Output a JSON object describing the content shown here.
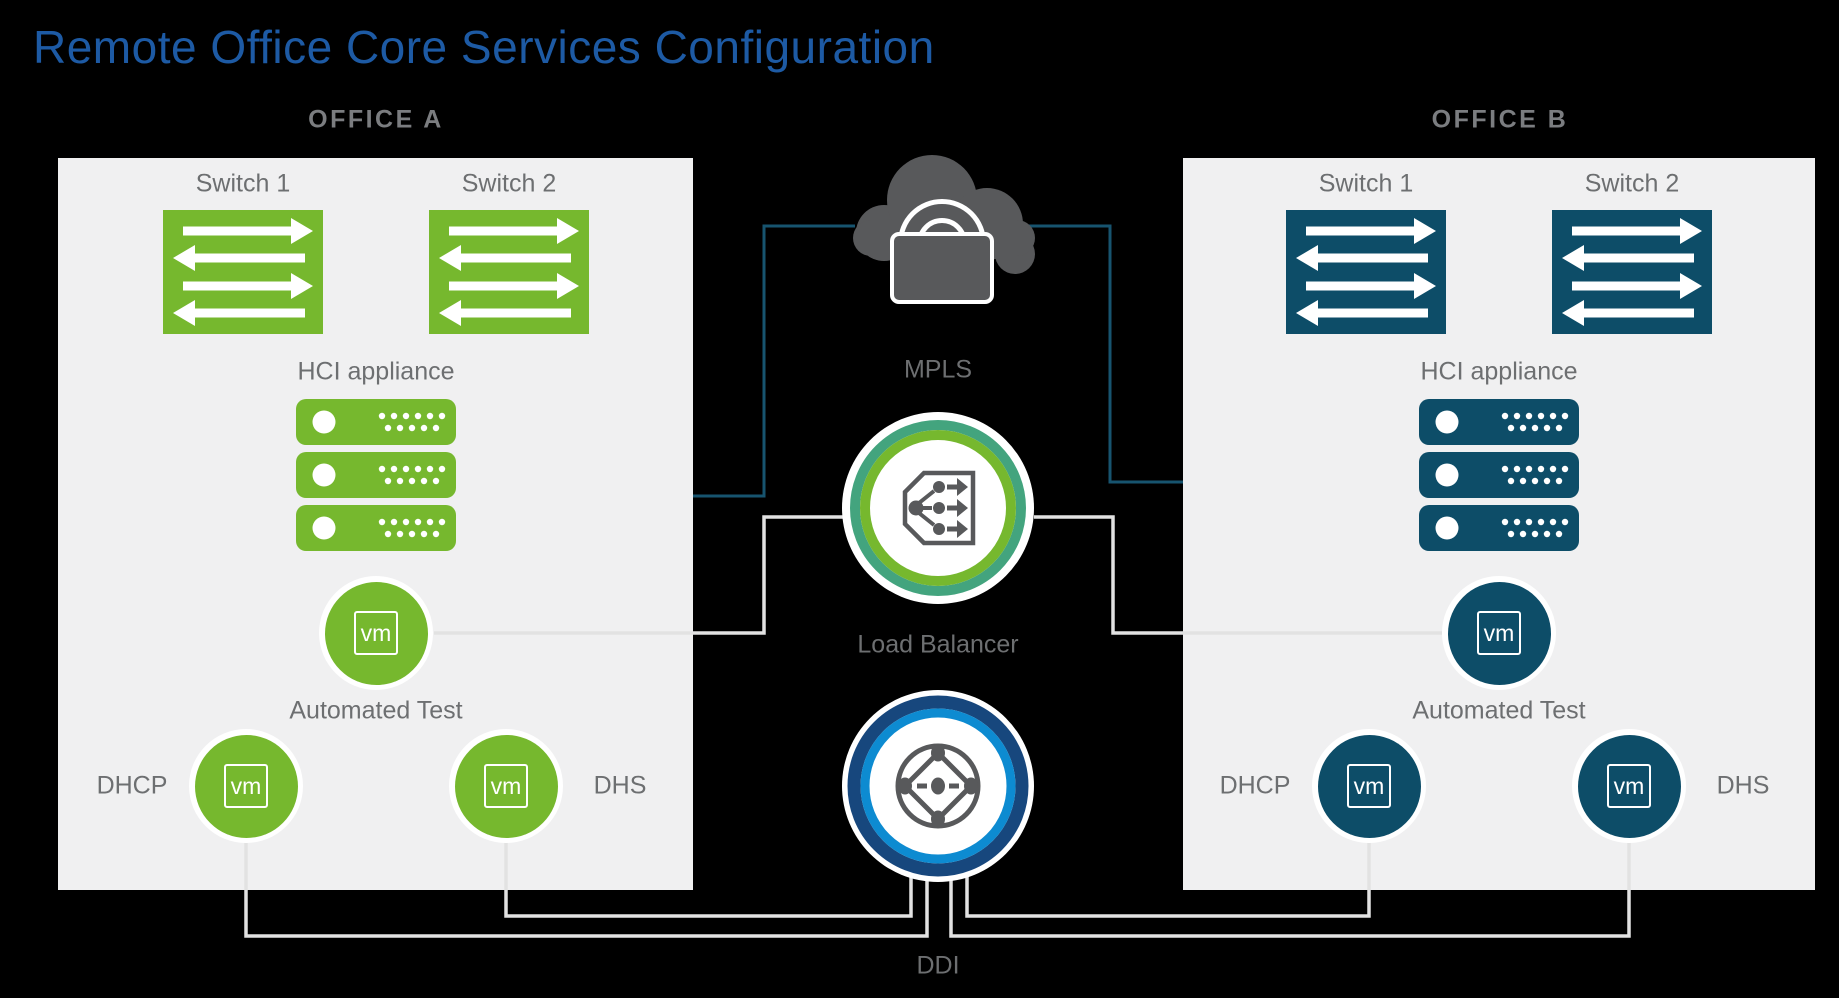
{
  "title": "Remote Office Core Services Configuration",
  "offices": [
    {
      "name": "OFFICE A",
      "switch1": "Switch 1",
      "switch2": "Switch 2",
      "hci_label": "HCI appliance",
      "automated_test_label": "Automated Test",
      "dhcp_label": "DHCP",
      "dhs_label": "DHS",
      "accent_color": "#76b82e"
    },
    {
      "name": "OFFICE B",
      "switch1": "Switch 1",
      "switch2": "Switch 2",
      "hci_label": "HCI appliance",
      "automated_test_label": "Automated Test",
      "dhcp_label": "DHCP",
      "dhs_label": "DHS",
      "accent_color": "#0d4d68"
    }
  ],
  "center": {
    "mpls_label": "MPLS",
    "load_balancer_label": "Load Balancer",
    "ddi_label": "DDI"
  },
  "vm_badge": "vm",
  "colors": {
    "background": "#000000",
    "title": "#1d5aa4",
    "panel": "#f0f0f1",
    "label_gray": "#6d6f71",
    "office_label_gray": "#7b7d80",
    "office_a_green": "#76b82e",
    "office_b_teal": "#0d4d68",
    "mpls_line": "#17546f",
    "connector_gray": "#e2e2e2",
    "icon_gray": "#58595b",
    "lb_ring_outer": "#43a47e",
    "lb_ring_inner": "#76b82e",
    "ddi_ring_outer": "#17477d",
    "ddi_ring_inner": "#0d8bd1"
  }
}
